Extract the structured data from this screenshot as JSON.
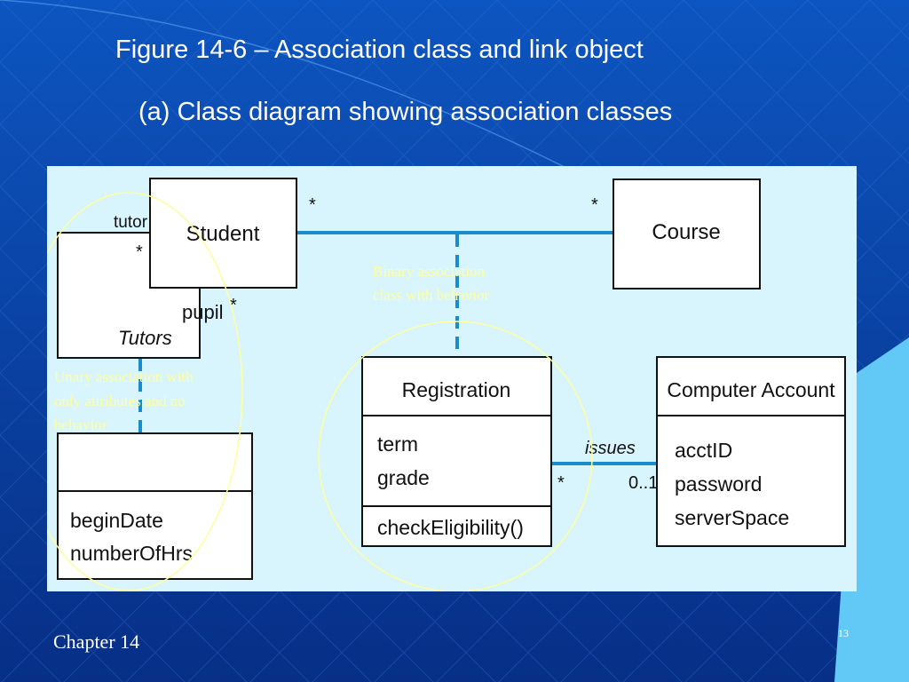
{
  "slide": {
    "title": "Figure 14-6 – Association class and link object",
    "subtitle": "(a) Class diagram showing association classes",
    "footer_left": "Chapter 14",
    "page_number": "13"
  },
  "diagram": {
    "classes": {
      "student": {
        "name": "Student"
      },
      "course": {
        "name": "Course"
      },
      "tutors": {
        "name": "Tutors"
      },
      "link_object": {
        "attributes": [
          "beginDate",
          "numberOfHrs"
        ]
      },
      "registration": {
        "name": "Registration",
        "attributes": [
          "term",
          "grade"
        ],
        "operations": [
          "checkEligibility()"
        ]
      },
      "computer_account": {
        "name": "Computer Account",
        "attributes": [
          "acctID",
          "password",
          "serverSpace"
        ]
      }
    },
    "labels": {
      "tutor_role": "tutor",
      "pupil_role": "pupil",
      "student_mult_left": "*",
      "student_course_mult_student": "*",
      "student_course_mult_course": "*",
      "pupil_mult": "*",
      "issues_assoc": "issues",
      "issues_mult_registration": "*",
      "issues_mult_account": "0..1"
    },
    "notes": {
      "binary": [
        "Binary association",
        "class with behavior"
      ],
      "unary": [
        "Unary association with",
        "only attributes and no",
        "behavior"
      ]
    },
    "colors": {
      "diagram_bg": "#d8f4fc",
      "connector": "#1a8ccc",
      "note_text": "#ffff9e",
      "slide_bg": "#0a3f9e"
    }
  }
}
